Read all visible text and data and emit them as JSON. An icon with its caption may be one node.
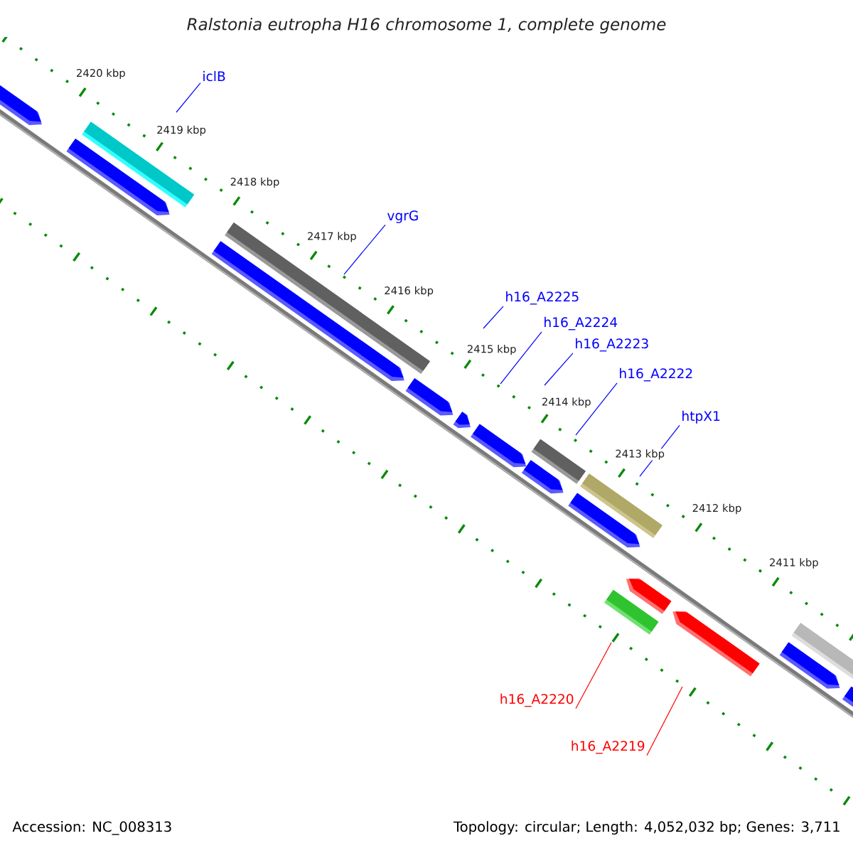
{
  "diagram": {
    "title": "Ralstonia eutropha H16 chromosome 1, complete genome",
    "nodes": [
      {
        "text": [
          "iclB"
        ]
      },
      {
        "text": [
          "vgrG"
        ]
      },
      {
        "text": [
          "h16_A2225"
        ]
      },
      {
        "text": [
          "h16_A2224"
        ]
      },
      {
        "text": [
          "h16_A2223"
        ]
      },
      {
        "text": [
          "h16_A2222"
        ]
      },
      {
        "text": [
          "htpX1"
        ]
      },
      {
        "text": [
          "h16_A2220"
        ]
      },
      {
        "text": [
          "h16_A2219"
        ]
      }
    ],
    "edges": [
      {
        "from": 0,
        "to": null,
        "arrow": "none"
      },
      {
        "from": 1,
        "to": null,
        "arrow": "none"
      },
      {
        "from": 2,
        "to": null,
        "arrow": "none"
      },
      {
        "from": 3,
        "to": null,
        "arrow": "none"
      },
      {
        "from": 4,
        "to": null,
        "arrow": "none"
      },
      {
        "from": 5,
        "to": null,
        "arrow": "none"
      },
      {
        "from": 6,
        "to": null,
        "arrow": "none"
      },
      {
        "from": 7,
        "to": null,
        "arrow": "none",
        "color": "#ff0000"
      },
      {
        "from": 8,
        "to": null,
        "arrow": "none",
        "color": "#ff0000"
      }
    ],
    "labels": [
      "2420 kbp",
      "2419 kbp",
      "2418 kbp",
      "2417 kbp",
      "2416 kbp",
      "2415 kbp",
      "2414 kbp",
      "2413 kbp",
      "2412 kbp",
      "2411 kbp",
      "Accession: NC_008313",
      "Topology: circular; Length: 4,052,032 bp; Genes: 3,711"
    ]
  }
}
